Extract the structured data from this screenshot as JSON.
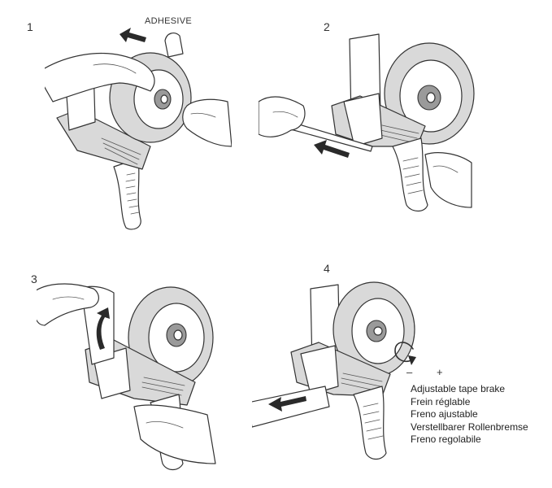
{
  "steps": [
    {
      "number": "1",
      "label": "ADHESIVE"
    },
    {
      "number": "2"
    },
    {
      "number": "3"
    },
    {
      "number": "4",
      "minus": "–",
      "plus": "+"
    }
  ],
  "brake_labels": [
    "Adjustable tape brake",
    "Frein réglable",
    "Freno ajustable",
    "Verstellbarer Rollenbremse",
    "Freno regolabile"
  ],
  "icons": {
    "dispenser": "tape-dispenser-icon",
    "hand": "hand-icon",
    "direction": "arrow-icon",
    "adjust": "rotate-arrow-icon"
  }
}
